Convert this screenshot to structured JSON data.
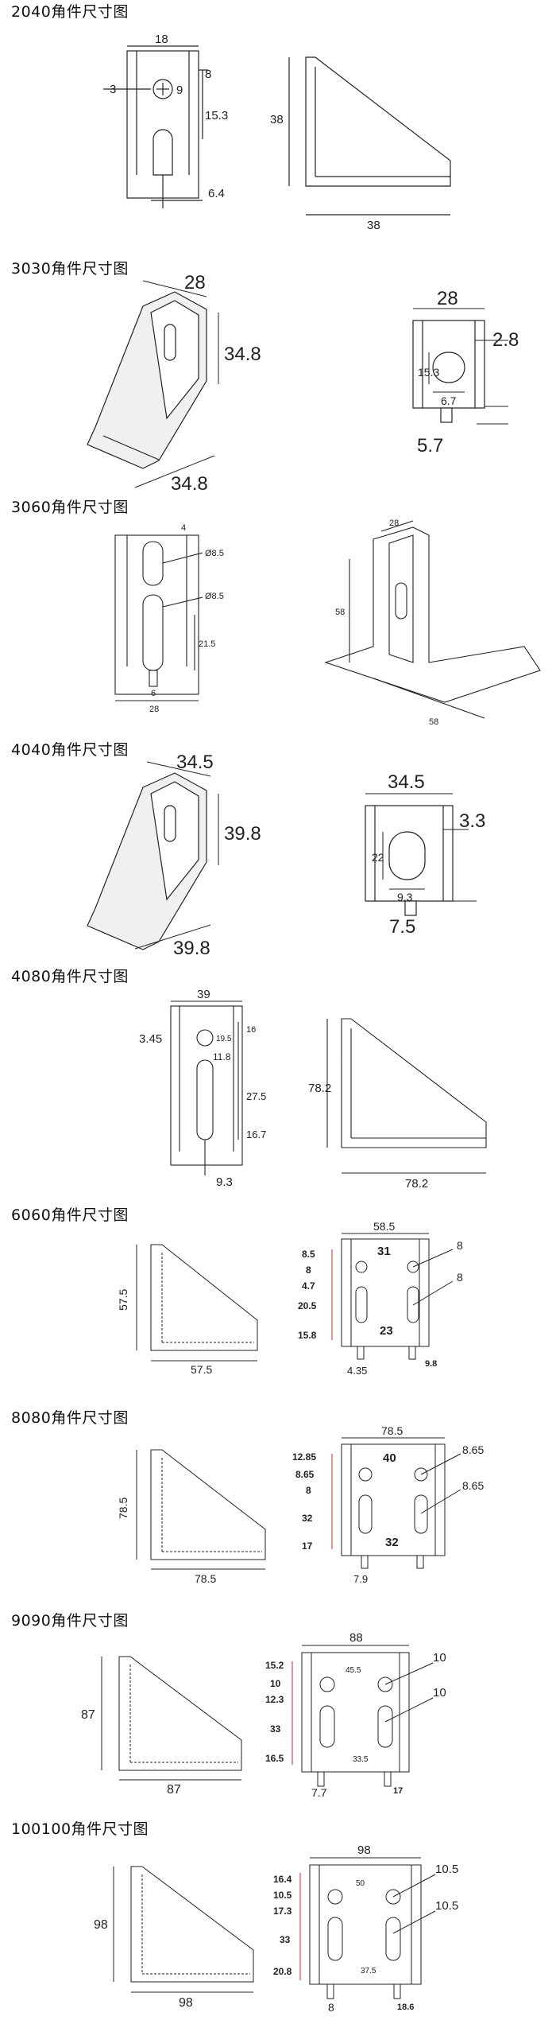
{
  "sections": [
    {
      "title": "2040角件尺寸图",
      "dims": {
        "width": "18",
        "top": "8",
        "hole_d": "9",
        "left_offset": "3",
        "slot_h": "15.3",
        "bottom": "6.4",
        "side_h": "38",
        "side_w": "38"
      }
    },
    {
      "title": "3030角件尺寸图",
      "dims": {
        "iso_top": "28",
        "iso_h": "34.8",
        "iso_bottom": "34.8",
        "front_w": "28",
        "edge": "2.8",
        "slot_h": "15.3",
        "slot_w": "6.7",
        "foot": "5.7"
      }
    },
    {
      "title": "3060角件尺寸图",
      "dims": {
        "top": "4",
        "hole1": "Ø8.5",
        "hole2": "Ø8.5",
        "slot_h": "21.5",
        "foot": "6",
        "width": "28",
        "iso_top": "28",
        "iso_h": "58",
        "iso_bottom": "58"
      }
    },
    {
      "title": "4040角件尺寸图",
      "dims": {
        "iso_top": "34.5",
        "iso_h": "39.8",
        "iso_bottom": "39.8",
        "front_w": "34.5",
        "edge": "3.3",
        "slot_h": "22",
        "slot_w": "9.3",
        "foot": "7.5"
      }
    },
    {
      "title": "4080角件尺寸图",
      "dims": {
        "width": "39",
        "top": "16",
        "hole": "19.5",
        "left": "3.45",
        "gap": "11.8",
        "slot_h": "27.5",
        "bottom_h": "16.7",
        "foot": "9.3",
        "side_h": "78.2",
        "side_w": "78.2"
      }
    },
    {
      "title": "6060角件尺寸图",
      "dims": {
        "side_h": "57.5",
        "side_w": "57.5",
        "front_w": "58.5",
        "hole_spacing": "31",
        "slot_spacing": "23",
        "d1": "8",
        "d2": "8",
        "left": [
          "8.5",
          "8",
          "4.7",
          "20.5",
          "15.8"
        ],
        "foot": "4.35",
        "edge": "9.8"
      }
    },
    {
      "title": "8080角件尺寸图",
      "dims": {
        "side_h": "78.5",
        "side_w": "78.5",
        "front_w": "78.5",
        "hole_spacing": "40",
        "slot_spacing": "32",
        "d1": "8.65",
        "d2": "8.65",
        "left": [
          "12.85",
          "8.65",
          "8",
          "32",
          "17"
        ],
        "foot": "7.9"
      }
    },
    {
      "title": "9090角件尺寸图",
      "dims": {
        "side_h": "87",
        "side_w": "87",
        "front_w": "88",
        "hole_spacing": "45.5",
        "slot_spacing": "33.5",
        "d1": "10",
        "d2": "10",
        "left": [
          "15.2",
          "10",
          "12.3",
          "33",
          "16.5"
        ],
        "foot": "7.7",
        "edge": "17"
      }
    },
    {
      "title": "100100角件尺寸图",
      "dims": {
        "side_h": "98",
        "side_w": "98",
        "front_w": "98",
        "hole_spacing": "50",
        "slot_spacing": "37.5",
        "d1": "10.5",
        "d2": "10.5",
        "left": [
          "16.4",
          "10.5",
          "17.3",
          "33",
          "20.8"
        ],
        "foot": "8",
        "edge": "18.6"
      }
    }
  ]
}
